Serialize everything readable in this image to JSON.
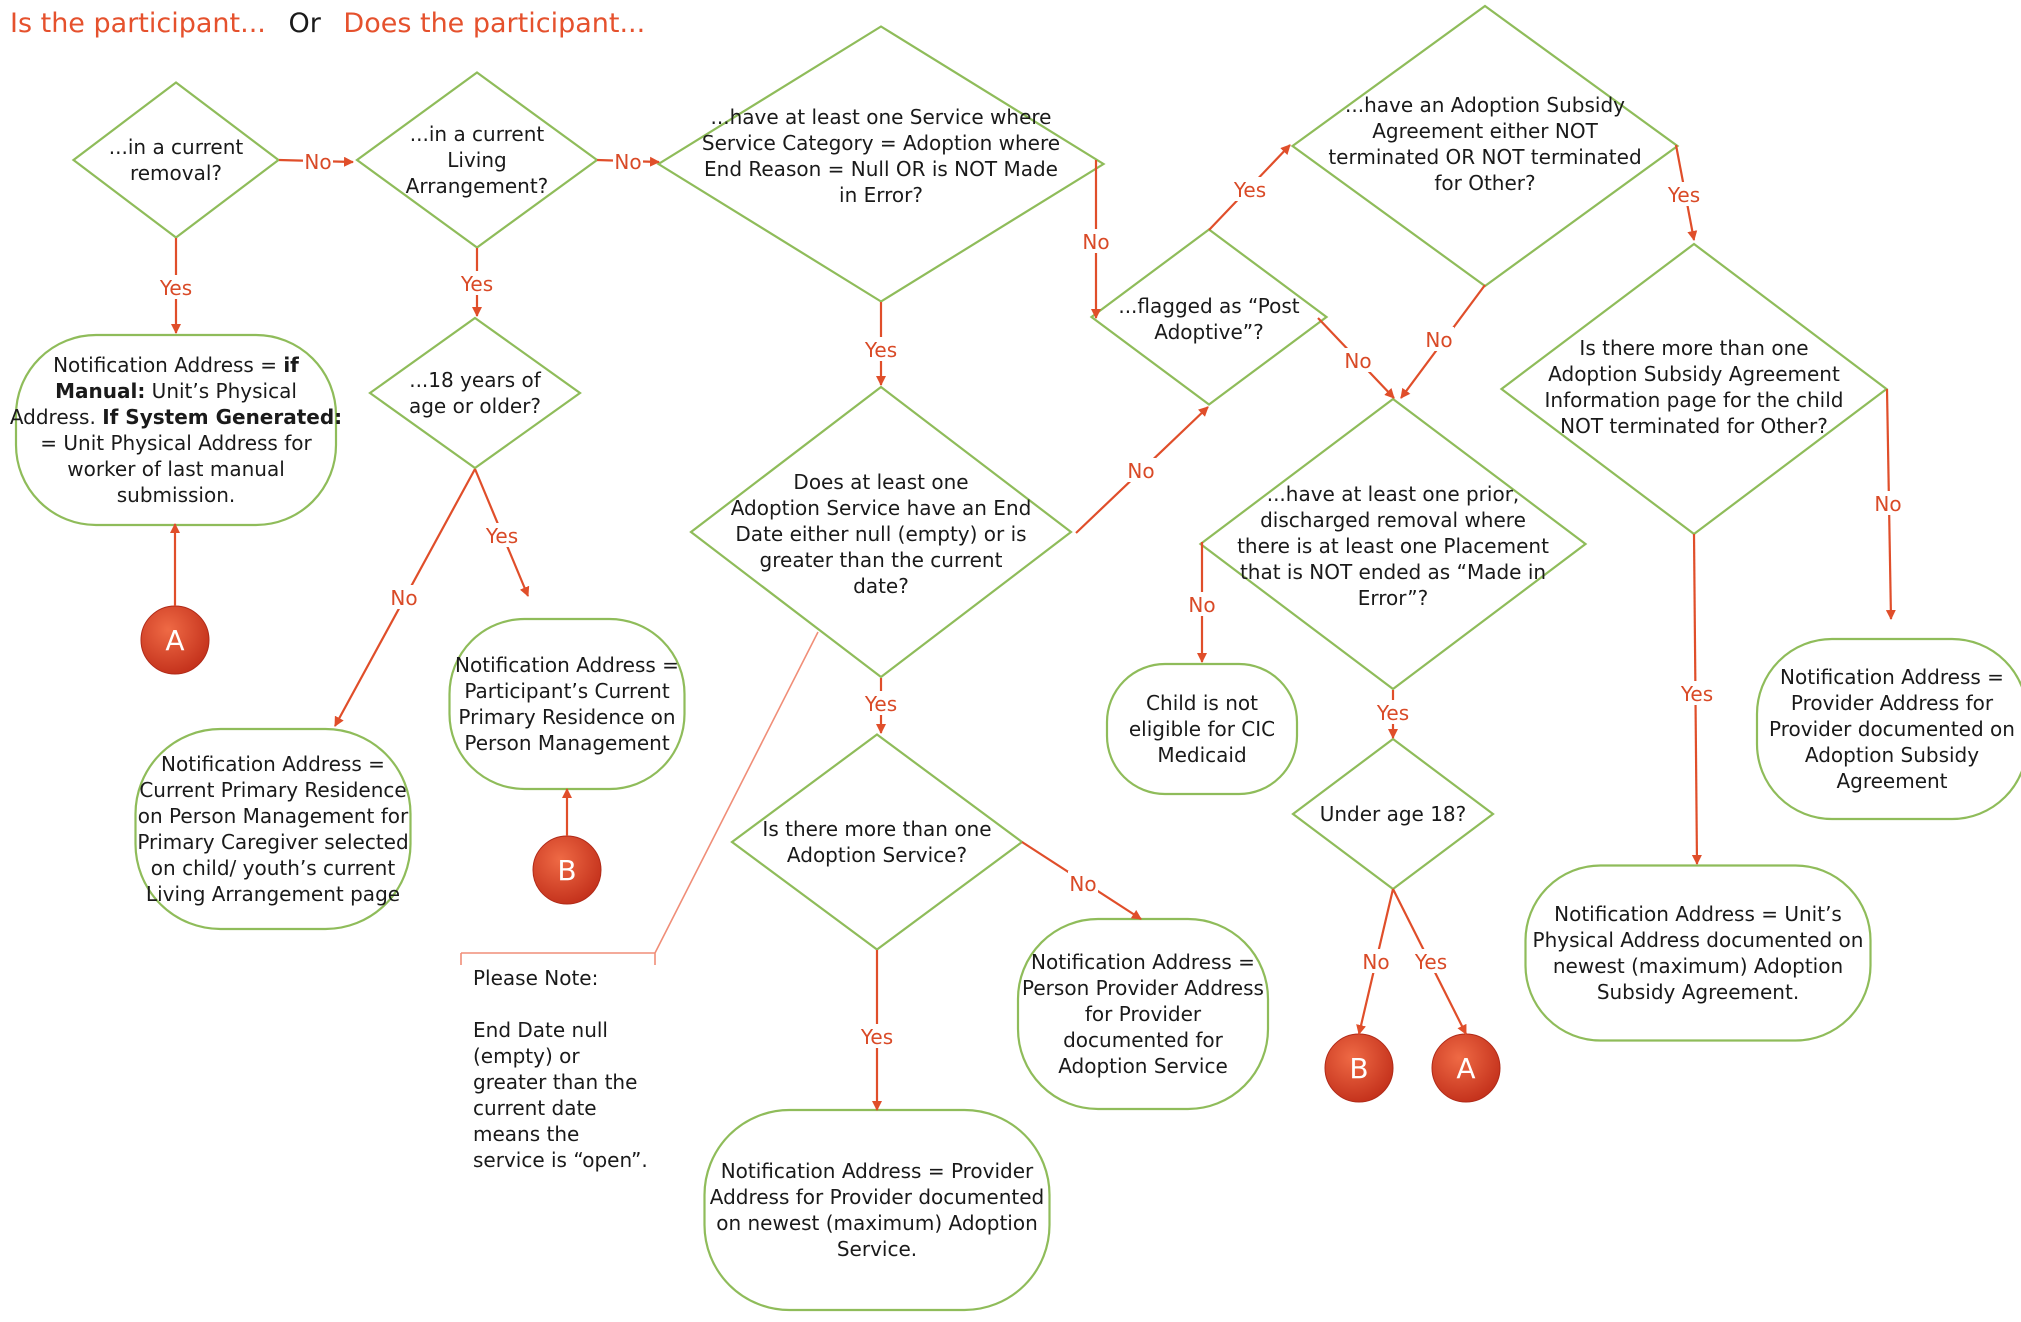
{
  "header": {
    "part1": "Is the participant...",
    "part2": "Or",
    "part3": "Does the participant..."
  },
  "colors": {
    "accent": "#e5512d",
    "shape_border": "#8fbc5a",
    "connector": "#e04e2a",
    "connector_circle": "#c9351f",
    "text": "#1a1a1a"
  },
  "nodes": {
    "d_removal": {
      "shape": "diamond",
      "lines": [
        "...in a current",
        "removal?"
      ]
    },
    "d_living": {
      "shape": "diamond",
      "lines": [
        "...in a current",
        "Living",
        "Arrangement?"
      ]
    },
    "d_service": {
      "shape": "diamond",
      "lines": [
        "...have at least one Service where",
        "Service Category = Adoption where",
        "End Reason = Null OR is NOT Made",
        "in Error?"
      ]
    },
    "d_enddate": {
      "shape": "diamond",
      "lines": [
        "Does at least one",
        "Adoption Service have an End",
        "Date either null (empty) or is",
        "greater than the current",
        "date?"
      ]
    },
    "d_18older": {
      "shape": "diamond",
      "lines": [
        "...18 years of",
        "age or older?"
      ]
    },
    "d_flagged": {
      "shape": "diamond",
      "lines": [
        "...flagged as “Post",
        "Adoptive”?"
      ]
    },
    "d_subsidy": {
      "shape": "diamond",
      "lines": [
        "...have an Adoption Subsidy",
        "Agreement either NOT",
        "terminated OR NOT terminated",
        "for Other?"
      ]
    },
    "d_more_subsidy": {
      "shape": "diamond",
      "lines": [
        "Is there more than one",
        "Adoption Subsidy Agreement",
        "Information page for the child",
        "NOT terminated for Other?"
      ]
    },
    "d_prior": {
      "shape": "diamond",
      "lines": [
        "...have at least one prior,",
        "discharged removal where",
        "there is at least one Placement",
        "that is NOT ended as “Made in",
        "Error”?"
      ]
    },
    "d_under18": {
      "shape": "diamond",
      "lines": [
        "Under age 18?"
      ]
    },
    "d_more_adoption": {
      "shape": "diamond",
      "lines": [
        "Is there more than one",
        "Adoption Service?"
      ]
    },
    "r_unit_addr": {
      "shape": "rounded",
      "lines": [
        [
          {
            "t": "Notification Address = "
          },
          {
            "t": "if",
            "b": true
          }
        ],
        [
          {
            "t": "Manual:",
            "b": true
          },
          {
            "t": " Unit’s Physical"
          }
        ],
        [
          {
            "t": "Address.  "
          },
          {
            "t": "If System Generated:",
            "b": true
          }
        ],
        [
          {
            "t": "= Unit Physical Address for"
          }
        ],
        [
          {
            "t": "worker of last manual"
          }
        ],
        [
          {
            "t": "submission."
          }
        ]
      ]
    },
    "r_participant_res": {
      "shape": "rounded",
      "lines": [
        "Notification Address =",
        "Participant’s Current",
        "Primary Residence on",
        "Person Management"
      ]
    },
    "r_caregiver_res": {
      "shape": "rounded",
      "lines": [
        "Notification Address =",
        "Current Primary Residence",
        "on Person Management for",
        "Primary Caregiver selected",
        "on child/ youth’s current",
        "Living Arrangement page"
      ]
    },
    "r_not_eligible": {
      "shape": "rounded",
      "lines": [
        "Child is not",
        "eligible for CIC",
        "Medicaid"
      ]
    },
    "r_provider_subsidy": {
      "shape": "rounded",
      "lines": [
        "Notification Address =",
        "Provider Address for",
        "Provider documented on",
        "Adoption Subsidy",
        "Agreement"
      ]
    },
    "r_unit_subsidy": {
      "shape": "rounded",
      "lines": [
        "Notification Address = Unit’s",
        "Physical Address documented on",
        "newest (maximum) Adoption",
        "Subsidy Agreement."
      ]
    },
    "r_person_provider": {
      "shape": "rounded",
      "lines": [
        "Notification Address =",
        "Person Provider Address",
        "for Provider",
        "documented for",
        "Adoption Service"
      ]
    },
    "r_provider_newest": {
      "shape": "rounded",
      "lines": [
        "Notification Address = Provider",
        "Address for Provider documented",
        "on newest (maximum) Adoption",
        "Service."
      ]
    }
  },
  "connectors": {
    "c_a1": "A",
    "c_b1": "B",
    "c_b2": "B",
    "c_a2": "A"
  },
  "note": {
    "lines": [
      "Please Note:",
      "",
      "End Date null",
      "(empty) or",
      "greater than the",
      "current date",
      "means the",
      "service is “open”."
    ]
  },
  "edges": [
    {
      "id": "e1",
      "label": "No"
    },
    {
      "id": "e2",
      "label": "No"
    },
    {
      "id": "e3",
      "label": "Yes"
    },
    {
      "id": "e4",
      "label": "Yes"
    },
    {
      "id": "e5",
      "label": "Yes"
    },
    {
      "id": "e6",
      "label": "Yes"
    },
    {
      "id": "e7",
      "label": "No"
    },
    {
      "id": "e8",
      "label": "No"
    },
    {
      "id": "e9",
      "label": "No"
    },
    {
      "id": "e10",
      "label": "Yes"
    },
    {
      "id": "e11",
      "label": "Yes"
    },
    {
      "id": "e12",
      "label": "No"
    },
    {
      "id": "e13",
      "label": "No"
    },
    {
      "id": "e14",
      "label": "Yes"
    },
    {
      "id": "e15",
      "label": "No"
    },
    {
      "id": "e16",
      "label": "Yes"
    },
    {
      "id": "e17",
      "label": "No"
    },
    {
      "id": "e18",
      "label": "Yes"
    },
    {
      "id": "e19",
      "label": "No"
    },
    {
      "id": "e20",
      "label": "Yes"
    },
    {
      "id": "e21",
      "label": "No"
    },
    {
      "id": "e22",
      "label": "Yes"
    }
  ]
}
